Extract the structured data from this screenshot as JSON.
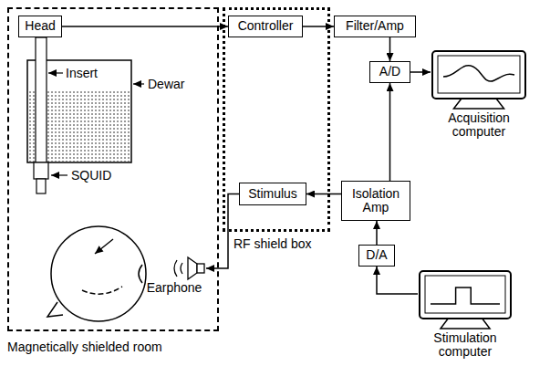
{
  "diagram": {
    "nodes": [
      {
        "text": [
          "Magnetically shielded room"
        ]
      },
      {
        "text": [
          "Head"
        ],
        "in": 0
      },
      {
        "text": [
          "Earphone"
        ],
        "in": 0
      },
      {
        "text": [
          "RF shield box"
        ]
      },
      {
        "text": [
          "Controller"
        ],
        "in": 3
      },
      {
        "text": [
          "Stimulus"
        ],
        "in": 3
      },
      {
        "text": [
          "Filter/Amp"
        ]
      },
      {
        "text": [
          "A/D"
        ]
      },
      {
        "text": [
          "Acquisition computer"
        ]
      },
      {
        "text": [
          "Isolation Amp"
        ]
      },
      {
        "text": [
          "D/A"
        ]
      },
      {
        "text": [
          "Stimulation computer"
        ]
      }
    ],
    "edges": [
      {
        "from": 1,
        "to": 4,
        "arrow": "to"
      },
      {
        "from": 4,
        "to": 6,
        "arrow": "to"
      },
      {
        "from": 6,
        "to": 7,
        "arrow": "to"
      },
      {
        "from": 7,
        "to": 8,
        "arrow": "to"
      },
      {
        "from": 9,
        "to": 7,
        "arrow": "to"
      },
      {
        "from": 9,
        "to": 5,
        "arrow": "to"
      },
      {
        "from": 10,
        "to": 9,
        "arrow": "to"
      },
      {
        "from": 11,
        "to": 10,
        "arrow": "to"
      },
      {
        "from": 5,
        "to": 2,
        "arrow": "to"
      }
    ],
    "labels": [
      "Insert",
      "Dewar",
      "SQUID"
    ]
  }
}
